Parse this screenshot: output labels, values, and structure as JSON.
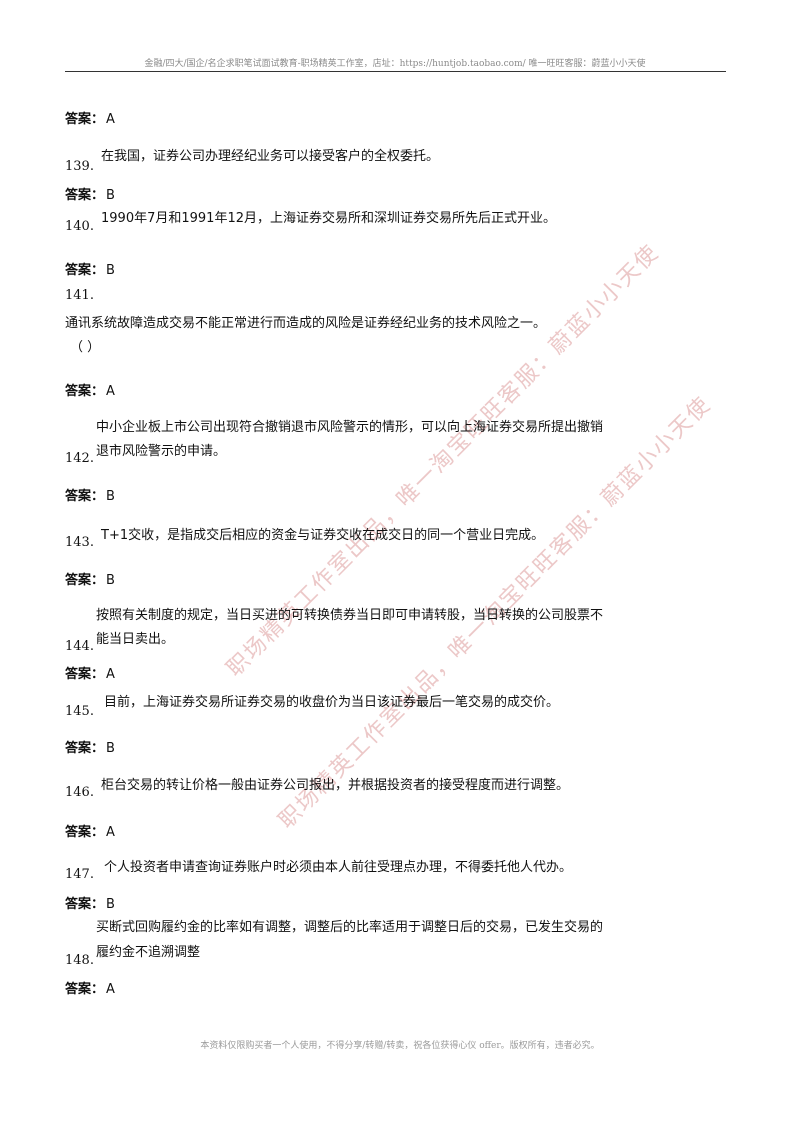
{
  "header": "金融/四大/国企/名企求职笔试面试教育-职场精英工作室，店址：https://huntjob.taobao.com/  唯一旺旺客服：蔚蓝小小天使",
  "footer": "本资料仅限购买者一个人使用，不得分享/转赠/转卖，祝各位获得心仪 offer。版权所有，违者必究。",
  "answer_label": "答案：",
  "watermarks": [
    "职场精英工作室出品，唯一淘宝旺旺客服：蔚蓝小小天使",
    "职场精英工作室出品，唯一淘宝旺旺客服：蔚蓝小小天使"
  ],
  "items": [
    {
      "answer": "A"
    },
    {
      "number": "139.",
      "lines": [
        "在我国，证券公司办理经纪业务可以接受客户的全权委托。"
      ],
      "answer": "B"
    },
    {
      "number": "140.",
      "lines": [
        "1990年7月和1991年12月，上海证券交易所和深圳证券交易所先后正式开业。"
      ],
      "answer": "B"
    },
    {
      "number": "141.",
      "lines": [
        "通讯系统故障造成交易不能正常进行而造成的风险是证券经纪业务的技术风险之一。",
        "（  ）"
      ],
      "answer": "A"
    },
    {
      "number": "142.",
      "lines": [
        "中小企业板上市公司出现符合撤销退市风险警示的情形，可以向上海证券交易所提出撤销",
        "退市风险警示的申请。"
      ],
      "answer": "B"
    },
    {
      "number": "143.",
      "lines": [
        "T+1交收，是指成交后相应的资金与证券交收在成交日的同一个营业日完成。"
      ],
      "answer": "B"
    },
    {
      "number": "144.",
      "lines": [
        "按照有关制度的规定，当日买进的可转换债券当日即可申请转股，当日转换的公司股票不",
        "能当日卖出。"
      ],
      "answer": "A"
    },
    {
      "number": "145.",
      "lines": [
        "目前，上海证券交易所证券交易的收盘价为当日该证券最后一笔交易的成交价。"
      ],
      "answer": "B"
    },
    {
      "number": "146.",
      "lines": [
        "柜台交易的转让价格一般由证券公司报出，并根据投资者的接受程度而进行调整。"
      ],
      "answer": "A"
    },
    {
      "number": "147.",
      "lines": [
        "个人投资者申请查询证券账户时必须由本人前往受理点办理，不得委托他人代办。"
      ],
      "answer": "B"
    },
    {
      "number": "148.",
      "lines": [
        "买断式回购履约金的比率如有调整，调整后的比率适用于调整日后的交易，已发生交易的",
        "履约金不追溯调整"
      ],
      "answer": "A"
    }
  ]
}
